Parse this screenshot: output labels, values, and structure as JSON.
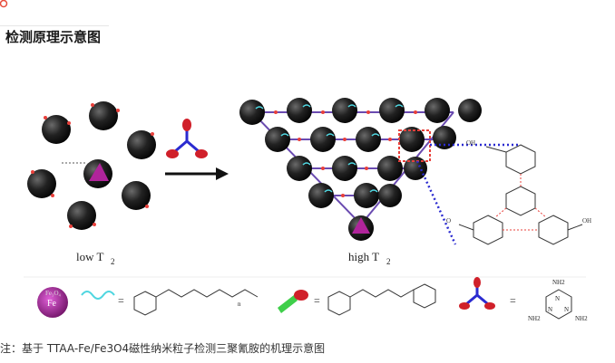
{
  "header": {
    "title": "检测原理示意图"
  },
  "figure": {
    "state_left_label": "low T",
    "state_left_sub": "2",
    "state_right_label": "high T",
    "state_right_sub": "2",
    "legend": {
      "core_label": "Fe",
      "core_shell": "Fe₃O₄",
      "equals": "=",
      "subscript_n": "n",
      "amine_groups": [
        "NH2",
        "NH2",
        "NH2"
      ],
      "ring_labels": [
        "N",
        "N",
        "N"
      ]
    },
    "colors": {
      "nanoparticle": "#1c1c1c",
      "pink_core": "#b0249b",
      "arrow": "#111111",
      "dotted_box": "#e8403b",
      "dotted_link": "#2b2bd0",
      "ligand": "#4fd6e0"
    }
  },
  "caption": {
    "text": "注：基于 TTAA-Fe/Fe3O4磁性纳米粒子检测三聚氰胺的机理示意图"
  }
}
